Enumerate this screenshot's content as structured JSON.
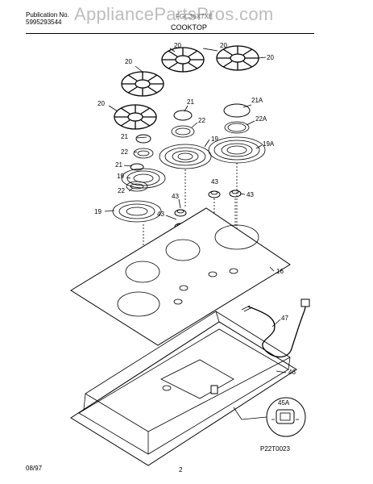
{
  "header": {
    "publication_label": "Publication No.",
    "publication_number": "5995293544",
    "model": "FGC36X7XE",
    "section": "COOKTOP",
    "watermark": "AppliancePartsPros.com"
  },
  "callouts": {
    "grate": "20",
    "burner_cap": "21",
    "burner_cap_large": "21A",
    "burner_head": "22",
    "burner_head_large": "22A",
    "drip_bowl": "19",
    "drip_bowl_large": "19A",
    "knob_sleeve": "43",
    "cooktop_glass": "16",
    "harness": "47",
    "burner_box": "46",
    "switch": "45A",
    "diagram_id": "P22T0023"
  },
  "footer": {
    "date": "08/97",
    "page": "2"
  }
}
